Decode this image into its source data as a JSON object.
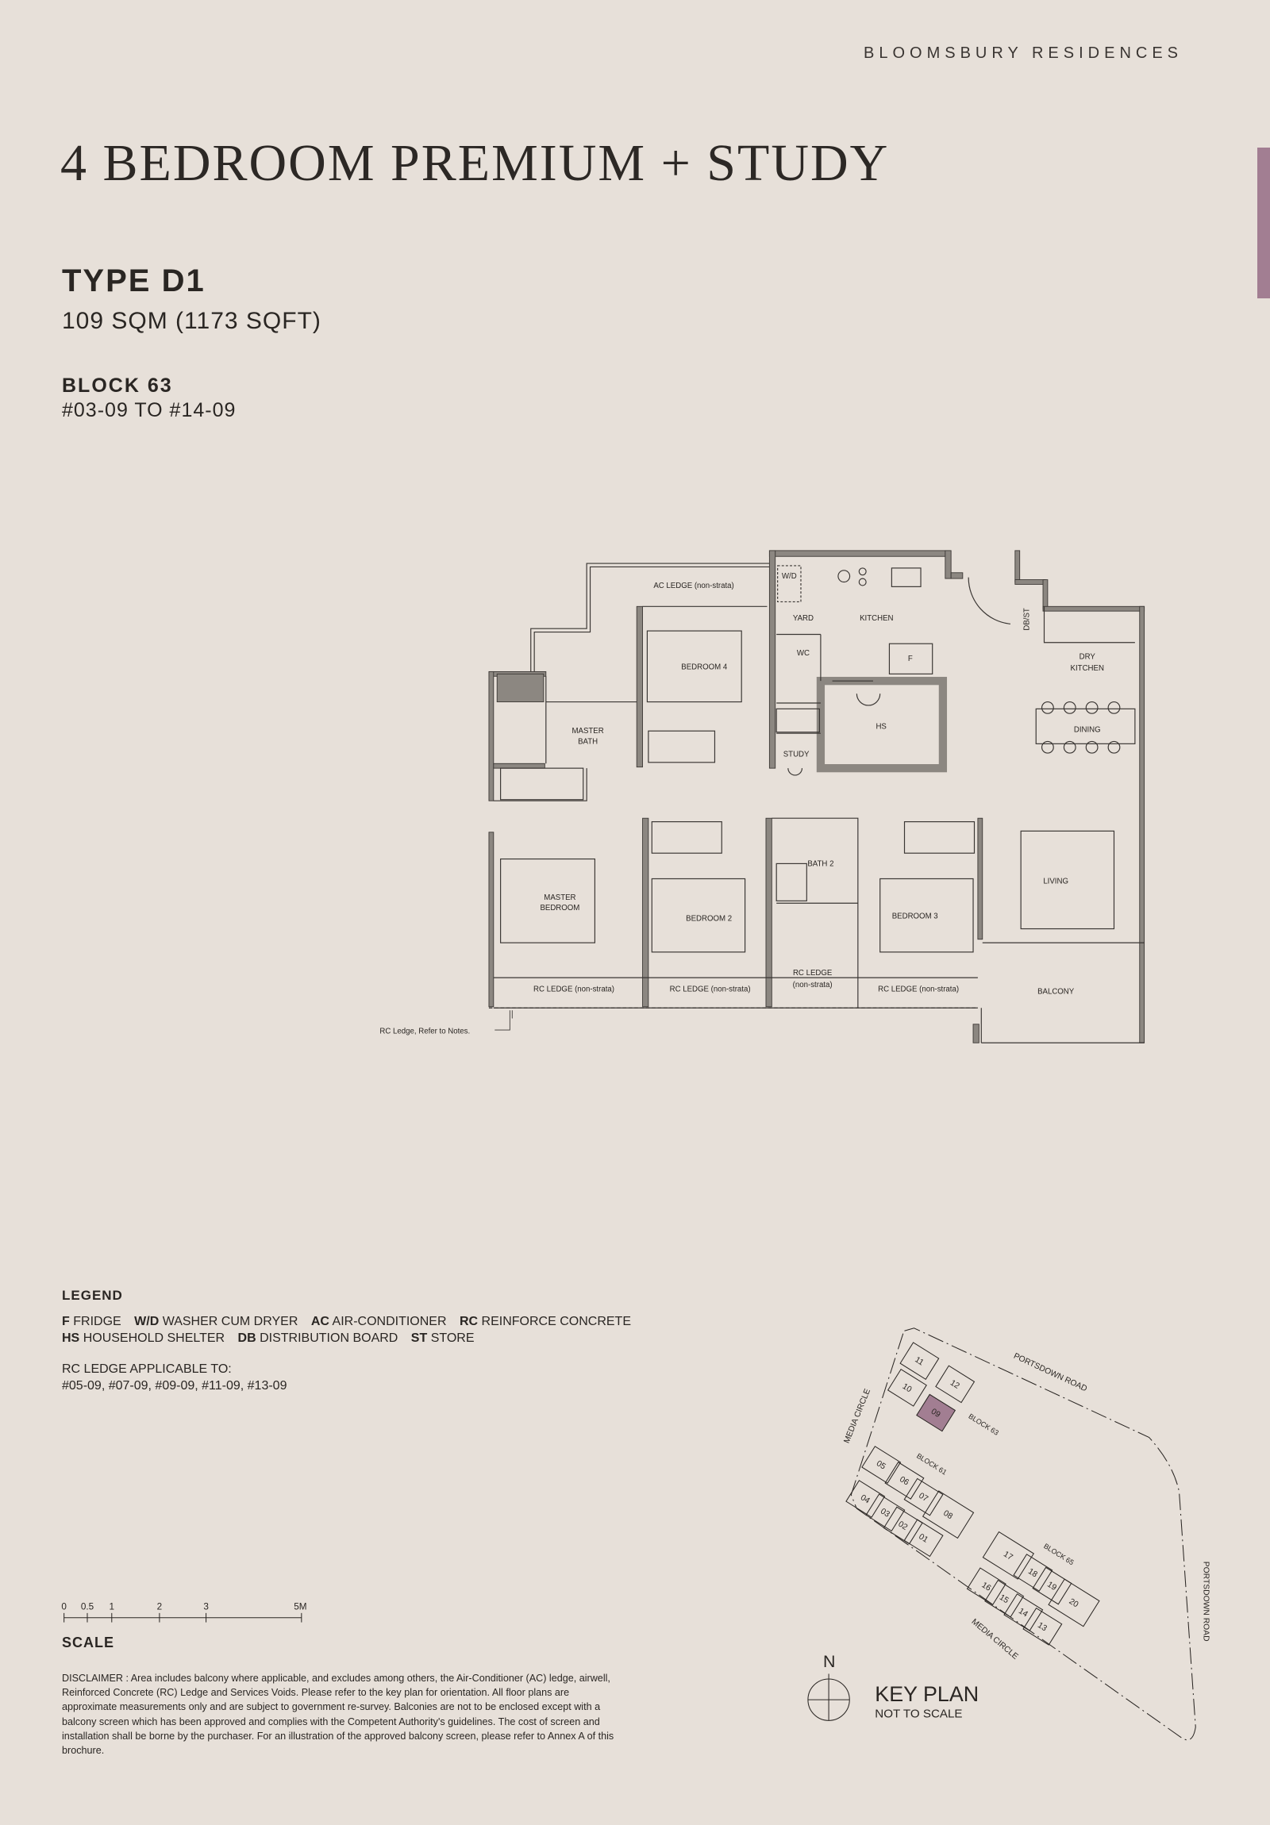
{
  "header": {
    "brand": "BLOOMSBURY RESIDENCES",
    "accent_color": "#a27e92"
  },
  "unit": {
    "title": "4 BEDROOM PREMIUM + STUDY",
    "type": "TYPE D1",
    "area": "109 SQM (1173 SQFT)",
    "block": "BLOCK 63",
    "units": "#03-09 TO #14-09"
  },
  "floorplan": {
    "labels": {
      "ac_ledge": "AC LEDGE (non-strata)",
      "wd": "W/D",
      "yard": "YARD",
      "kitchen": "KITCHEN",
      "dbst": "DB/ST",
      "dry_kitchen_1": "DRY",
      "dry_kitchen_2": "KITCHEN",
      "wc": "WC",
      "fridge": "F",
      "bedroom4": "BEDROOM 4",
      "master_bath_1": "MASTER",
      "master_bath_2": "BATH",
      "hs": "HS",
      "dining": "DINING",
      "study": "STUDY",
      "bath2": "BATH 2",
      "living": "LIVING",
      "master_bedroom_1": "MASTER",
      "master_bedroom_2": "BEDROOM",
      "bedroom2": "BEDROOM 2",
      "bedroom3": "BEDROOM 3",
      "rc_ledge": "RC LEDGE (non-strata)",
      "rc_ledge_short_1": "RC LEDGE",
      "rc_ledge_short_2": "(non-strata)",
      "balcony": "BALCONY",
      "rc_note": "RC Ledge, Refer to Notes."
    }
  },
  "legend": {
    "title": "LEGEND",
    "items": [
      {
        "code": "F",
        "label": "FRIDGE"
      },
      {
        "code": "W/D",
        "label": "WASHER CUM DRYER"
      },
      {
        "code": "AC",
        "label": "AIR-CONDITIONER"
      },
      {
        "code": "RC",
        "label": "REINFORCE CONCRETE"
      },
      {
        "code": "HS",
        "label": "HOUSEHOLD SHELTER"
      },
      {
        "code": "DB",
        "label": "DISTRIBUTION BOARD"
      },
      {
        "code": "ST",
        "label": "STORE"
      }
    ],
    "rc_title": "RC LEDGE APPLICABLE TO:",
    "rc_units": "#05-09, #07-09, #09-09, #11-09, #13-09"
  },
  "scale": {
    "title": "SCALE",
    "ticks": [
      "0",
      "0.5",
      "1",
      "2",
      "3",
      "5M"
    ]
  },
  "disclaimer": "DISCLAIMER : Area includes balcony where applicable, and excludes among others, the Air-Conditioner (AC) ledge, airwell, Reinforced Concrete (RC) Ledge and Services Voids. Please refer to the key plan for orientation. All floor plans are approximate measurements only and are subject to government re-survey. Balconies are not to be enclosed except with a balcony screen which has been approved and complies with the Competent Authority's guidelines. The cost of screen and installation shall be borne by the purchaser. For an illustration of the approved balcony screen, please refer to Annex A of this brochure.",
  "keyplan": {
    "title": "KEY PLAN",
    "subtitle": "NOT TO SCALE",
    "north": "N",
    "roads": {
      "portsdown_top": "PORTSDOWN ROAD",
      "portsdown_right": "PORTSDOWN ROAD",
      "media_left": "MEDIA CIRCLE",
      "media_bottom": "MEDIA CIRCLE"
    },
    "blocks": {
      "b63": "BLOCK 63",
      "b61": "BLOCK 61",
      "b65": "BLOCK 65"
    },
    "units": [
      "11",
      "10",
      "12",
      "09",
      "05",
      "06",
      "07",
      "08",
      "04",
      "03",
      "02",
      "01",
      "17",
      "18",
      "19",
      "16",
      "15",
      "14",
      "20",
      "13"
    ],
    "highlight": "09",
    "highlight_color": "#a27e92"
  }
}
